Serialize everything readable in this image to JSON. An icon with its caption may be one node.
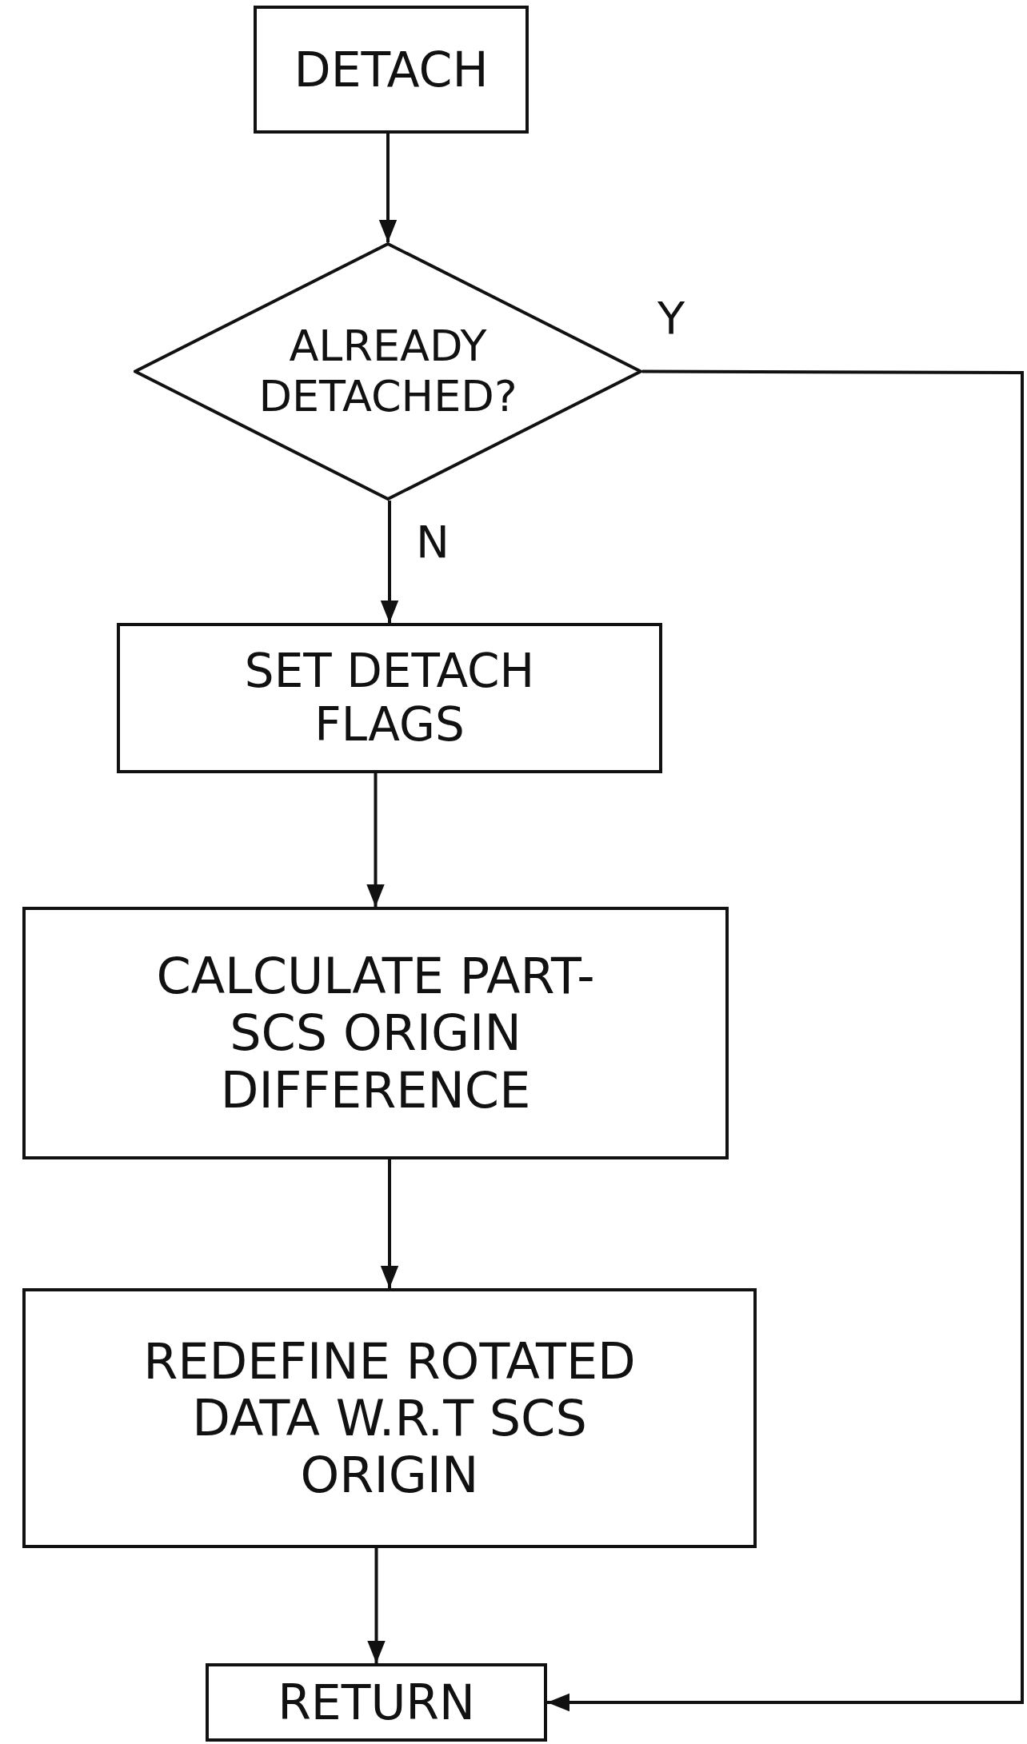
{
  "diagram": {
    "nodes": [
      {
        "text": [
          "DETACH"
        ]
      },
      {
        "text": [
          "ALREADY DETACHED?"
        ]
      },
      {
        "text": [
          "SET DETACH FLAGS"
        ]
      },
      {
        "text": [
          "CALCULATE PART-SCS ORIGIN DIFFERENCE"
        ]
      },
      {
        "text": [
          "REDEFINE ROTATED DATA W.R.T SCS ORIGIN"
        ]
      },
      {
        "text": [
          "RETURN"
        ]
      }
    ],
    "edges": [
      {
        "from": 0,
        "to": 1,
        "arrow": "to"
      },
      {
        "from": 1,
        "to": 2,
        "arrow": "to",
        "label": "N"
      },
      {
        "from": 2,
        "to": 3,
        "arrow": "to"
      },
      {
        "from": 3,
        "to": 4,
        "arrow": "to"
      },
      {
        "from": 4,
        "to": 5,
        "arrow": "to"
      },
      {
        "from": 1,
        "to": 5,
        "arrow": "to",
        "label": "Y"
      }
    ]
  }
}
